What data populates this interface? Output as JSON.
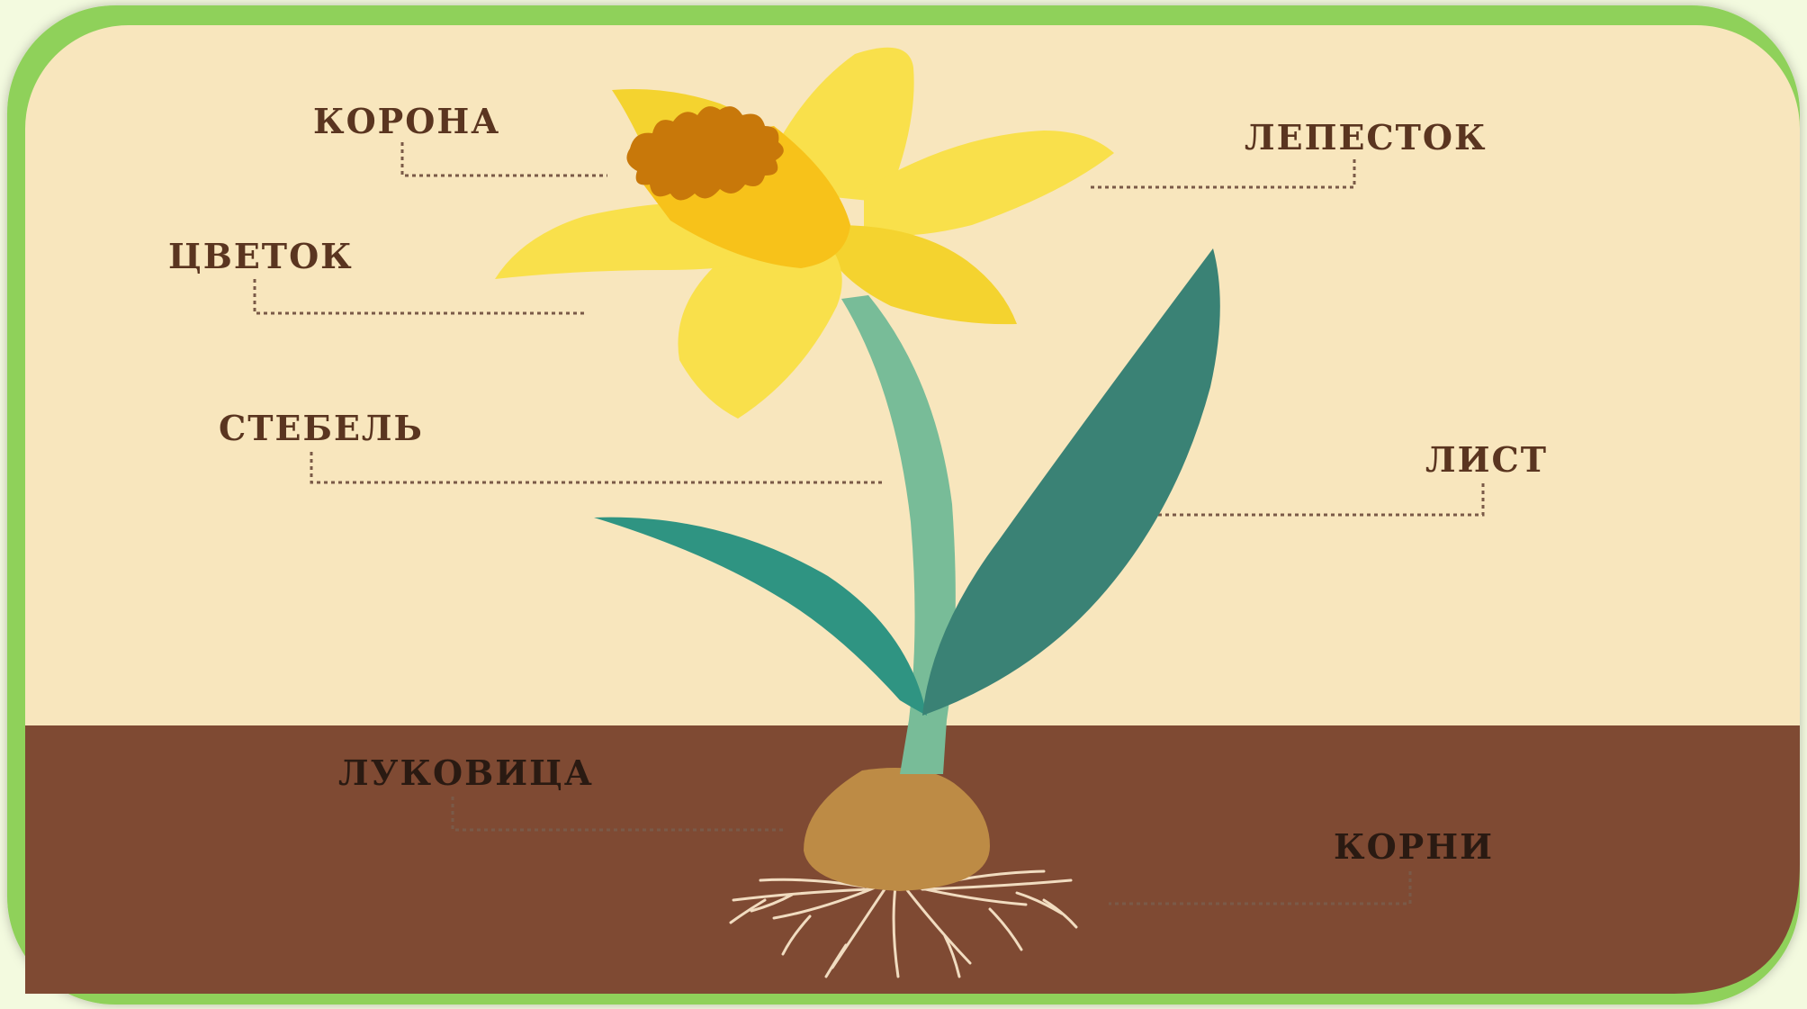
{
  "colors": {
    "frame_outer": "#8fd15a",
    "frame_inner": "#6cc44a",
    "sky": "#f8e6bd",
    "soil": "#7f4a33",
    "petal": "#f9e04b",
    "petal_shade": "#f4d32f",
    "trumpet": "#f7c21a",
    "corona_fringe": "#c8780a",
    "stem": "#78bc98",
    "leaf_light": "#2f9482",
    "leaf_dark": "#3a8275",
    "bulb": "#bd8b45",
    "roots": "#f1dcc0",
    "label_upper": "#5a3520",
    "label_lower": "#2a1a12",
    "leader_line": "#7a5a48"
  },
  "labels": {
    "corona": "КОРОНА",
    "petal": "ЛЕПЕСТОК",
    "flower": "ЦВЕТОК",
    "stem": "СТЕБЕЛЬ",
    "leaf": "ЛИСТ",
    "bulb": "ЛУКОВИЦА",
    "roots": "КОРНИ"
  },
  "icons": [
    "daffodil-illustration",
    "flower-icon",
    "corona-icon",
    "stem-icon",
    "leaf-icon",
    "bulb-icon",
    "roots-icon"
  ]
}
